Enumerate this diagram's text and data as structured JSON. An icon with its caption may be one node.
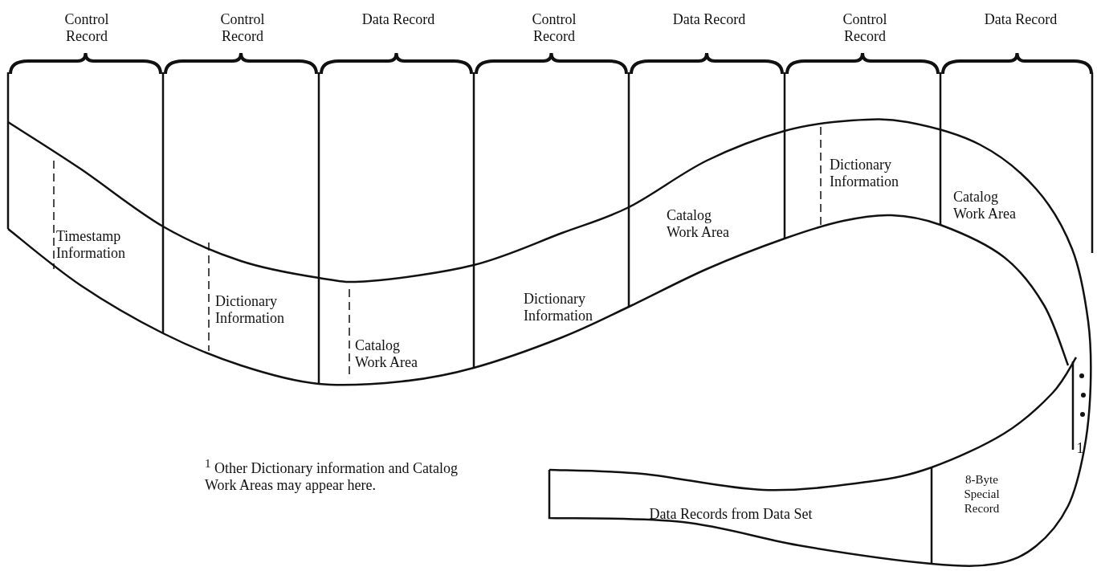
{
  "diagram": {
    "labels": [
      "Control Record",
      "Control Record",
      "Data Record",
      "Control Record",
      "Data Record",
      "Control Record",
      "Data Record",
      "Timestamp Information",
      "Dictionary Information",
      "Catalog Work Area",
      "Dictionary Information",
      "Catalog Work Area",
      "Dictionary Information",
      "Catalog Work Area",
      "1",
      "$^{1}$ Other Dictionary information and Catalog Work Areas may appear here.",
      "8-Byte Special Record",
      "Data Records from Data Set"
    ]
  }
}
